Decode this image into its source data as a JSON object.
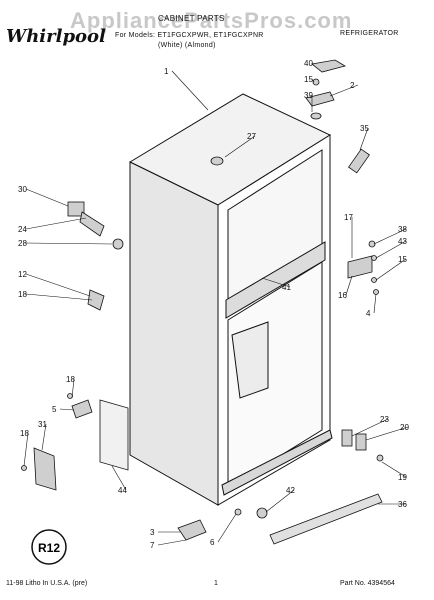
{
  "header": {
    "brand": "Whirlpool",
    "watermark": "AppliancePartsPros.com",
    "section_title": "CABINET PARTS",
    "product_type": "REFRIGERATOR",
    "model_line": "For Models: ET1FGCXPWR, ET1FGCXPNR",
    "color_line": "(White)    (Almond)"
  },
  "footer": {
    "litho": "11-98 Litho In U.S.A. (pre)",
    "page": "1",
    "part_no": "Part No. 4394564"
  },
  "callouts": [
    "1",
    "27",
    "40",
    "15",
    "2",
    "39",
    "35",
    "30",
    "24",
    "28",
    "12",
    "18",
    "17",
    "38",
    "43",
    "15",
    "16",
    "4",
    "41",
    "18",
    "5",
    "18",
    "31",
    "44",
    "23",
    "20",
    "19",
    "42",
    "36",
    "3",
    "7",
    "6"
  ],
  "seal_text": "R12"
}
